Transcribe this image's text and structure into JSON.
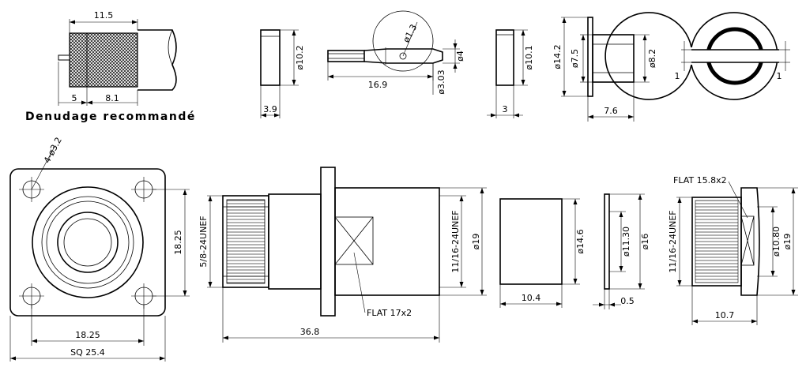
{
  "caption": "Denudage recommandé",
  "strip": {
    "overall": "11.5",
    "left": "5",
    "right": "8.1"
  },
  "ring": {
    "dia": "ø10.2",
    "width": "3.9"
  },
  "pin": {
    "hole": "ø1.3",
    "dia": "ø4",
    "length": "16.9",
    "tip": "ø3.03"
  },
  "washer": {
    "dia": "ø10.1",
    "width": "3"
  },
  "ferrule": {
    "flange": "ø14.2",
    "inner": "ø7.5",
    "outer": "ø8.2",
    "length": "7.6"
  },
  "collet": {
    "gap_left": "1",
    "gap_right": "1"
  },
  "flange_view": {
    "holes": "4-ø3.2",
    "height": "18.25",
    "pitch": "18.25",
    "square": "SQ 25.4"
  },
  "body": {
    "thread_left": "5/8-24UNEF",
    "thread_right": "11/16-24UNEF",
    "dia": "ø19",
    "flat": "FLAT 17x2",
    "length": "36.8"
  },
  "sleeve": {
    "dia": "ø14.6",
    "length": "10.4"
  },
  "gasket": {
    "inner": "ø11.30",
    "outer": "ø16",
    "thickness": "0.5"
  },
  "nut": {
    "flat": "FLAT 15.8x2",
    "thread": "11/16-24UNEF",
    "inner": "ø10.80",
    "dia": "ø19",
    "length": "10.7"
  }
}
